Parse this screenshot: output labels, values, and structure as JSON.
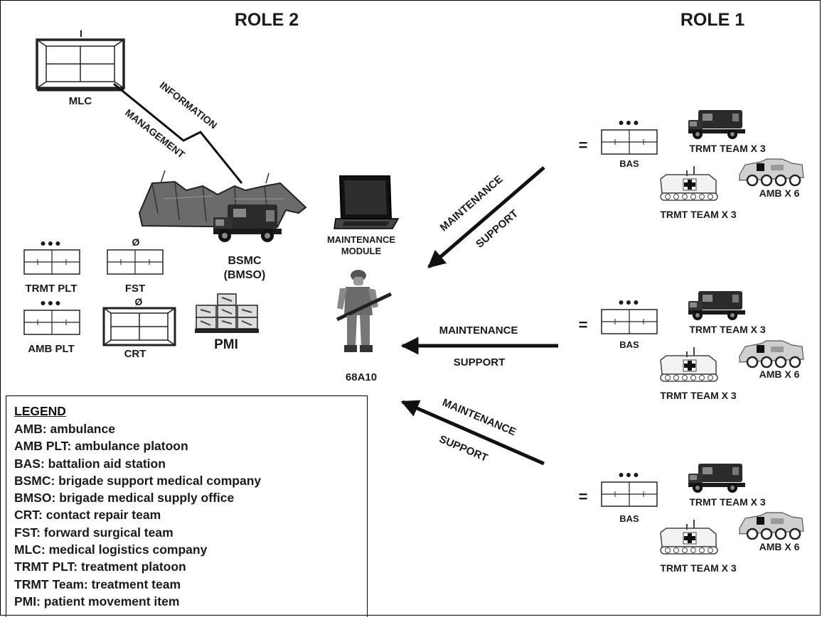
{
  "headers": {
    "role2": "ROLE 2",
    "role1": "ROLE 1"
  },
  "nodes": {
    "mlc_echelon": "I",
    "mlc": "MLC",
    "bsmc": "BSMC",
    "bmso": "(BMSO)",
    "maint_module_line1": "MAINTENANCE",
    "maint_module_line2": "MODULE",
    "soldier": "68A10",
    "trmt_plt": "TRMT PLT",
    "trmt_plt_echelon": "●●●",
    "fst": "FST",
    "fst_echelon": "Ø",
    "amb_plt": "AMB PLT",
    "amb_plt_echelon": "●●●",
    "crt": "CRT",
    "crt_echelon": "Ø",
    "pmi": "PMI"
  },
  "links": {
    "info_mgmt_top": "INFORMATION",
    "info_mgmt_bottom": "MANAGEMENT",
    "maint_top": "MAINTENANCE",
    "maint_bottom": "SUPPORT"
  },
  "role1_groups": [
    {
      "equals": "=",
      "echelon": "●●●",
      "unit": "BAS",
      "trmt_team_a": "TRMT TEAM X 3",
      "amb": "AMB X 6",
      "trmt_team_b": "TRMT TEAM X 3"
    },
    {
      "equals": "=",
      "echelon": "●●●",
      "unit": "BAS",
      "trmt_team_a": "TRMT TEAM X 3",
      "amb": "AMB X 6",
      "trmt_team_b": "TRMT TEAM X 3"
    },
    {
      "equals": "=",
      "echelon": "●●●",
      "unit": "BAS",
      "trmt_team_a": "TRMT TEAM X 3",
      "amb": "AMB X 6",
      "trmt_team_b": "TRMT TEAM X 3"
    }
  ],
  "legend": {
    "title": "LEGEND",
    "items": [
      "AMB:  ambulance",
      "AMB PLT:  ambulance platoon",
      "BAS:  battalion aid station",
      "BSMC:  brigade support medical company",
      "BMSO:  brigade medical supply office",
      "CRT:  contact repair team",
      "FST:  forward surgical team",
      "MLC:  medical logistics company",
      "TRMT PLT:  treatment platoon",
      "TRMT Team:  treatment team",
      "PMI:  patient movement item"
    ]
  },
  "colors": {
    "ink": "#111111",
    "vehicle_dark": "#2b2b2b",
    "vehicle_light": "#cfcfcf",
    "tent": "#555555"
  }
}
